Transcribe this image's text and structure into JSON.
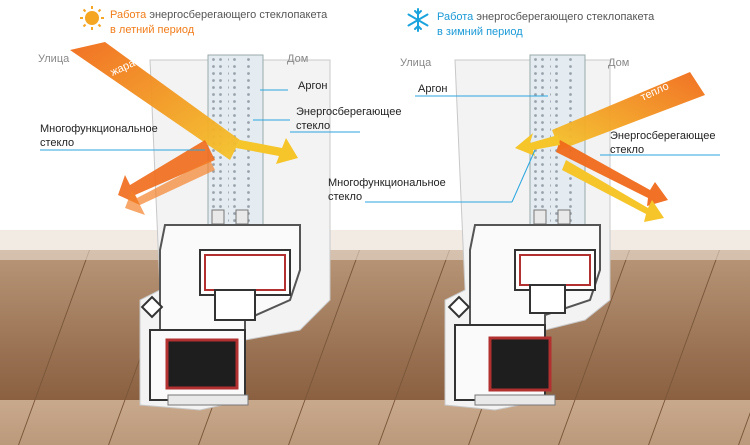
{
  "summer": {
    "title_highlight": "Работа",
    "title_rest": " энергосберегающего стеклопакета",
    "period": "в летний период",
    "street": "Улица",
    "home": "Дом",
    "arrow": "жара",
    "argon": "Аргон",
    "energy_glass": "Энергосберегающее\nстекло",
    "multi_glass": "Многофункциональное\nстекло",
    "accent": "#f07d1a",
    "icon": "sun-icon"
  },
  "winter": {
    "title_highlight": "Работа",
    "title_rest": " энергосберегающего стеклопакета",
    "period": "в зимний период",
    "street": "Улица",
    "home": "Дом",
    "arrow": "тепло",
    "argon": "Аргон",
    "energy_glass": "Энергосберегающее\nстекло",
    "multi_glass": "Многофункциональное\nстекло",
    "accent": "#1a9ad6",
    "icon": "snowflake-icon"
  }
}
